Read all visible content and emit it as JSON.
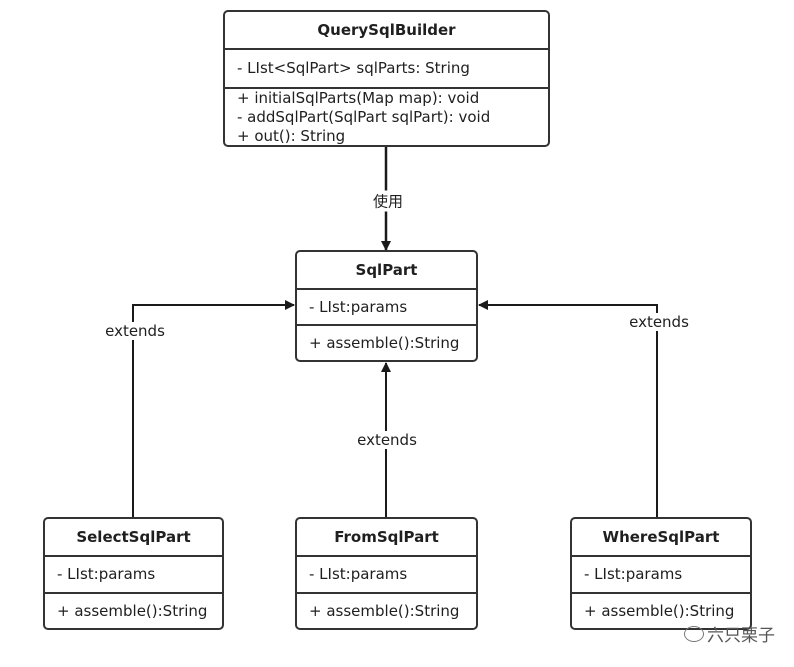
{
  "classes": {
    "query_builder": {
      "name": "QuerySqlBuilder",
      "attribute": "- LIst<SqlPart> sqlParts: String",
      "methods": [
        "+ initialSqlParts(Map map): void",
        "- addSqlPart(SqlPart sqlPart): void",
        "+ out(): String"
      ]
    },
    "sql_part": {
      "name": "SqlPart",
      "attribute": "- LIst:params",
      "method": "+ assemble():String"
    },
    "select_part": {
      "name": "SelectSqlPart",
      "attribute": "- LIst:params",
      "method": "+ assemble():String"
    },
    "from_part": {
      "name": "FromSqlPart",
      "attribute": "- LIst:params",
      "method": "+ assemble():String"
    },
    "where_part": {
      "name": "WhereSqlPart",
      "attribute": "- LIst:params",
      "method": "+ assemble():String"
    }
  },
  "connectors": {
    "uses": "使用",
    "select_extends": "extends",
    "from_extends": "extends",
    "where_extends": "extends"
  },
  "watermark": "六只栗子"
}
